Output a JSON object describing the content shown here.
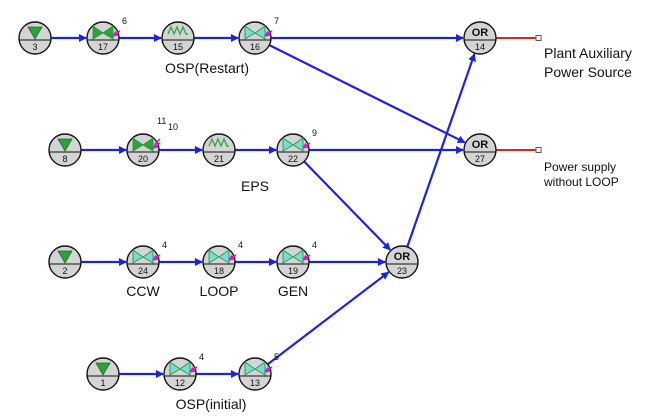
{
  "colors": {
    "node_fill": "#d4d4d4",
    "edge": "#1f23d6",
    "output_line": "#d82828",
    "source_triangle": "#2fa03a",
    "valve_tri": "#78dcd4",
    "valve_stroke": "#2a9a40",
    "spring": "#3aa84a",
    "pink_arrow": "#d020c8"
  },
  "nodes": [
    {
      "id": "3",
      "type": "source"
    },
    {
      "id": "17",
      "type": "valve_closed",
      "tag": "6"
    },
    {
      "id": "15",
      "type": "spring"
    },
    {
      "id": "16",
      "type": "valve",
      "tag": "7"
    },
    {
      "id": "14",
      "type": "or",
      "gate": "OR"
    },
    {
      "id": "8",
      "type": "source"
    },
    {
      "id": "20",
      "type": "valve_closed",
      "tag": "11",
      "tag2": "10"
    },
    {
      "id": "21",
      "type": "spring"
    },
    {
      "id": "22",
      "type": "valve",
      "tag": "9"
    },
    {
      "id": "27",
      "type": "or",
      "gate": "OR"
    },
    {
      "id": "2",
      "type": "source"
    },
    {
      "id": "24",
      "type": "valve",
      "tag": "4"
    },
    {
      "id": "18",
      "type": "valve",
      "tag": "4"
    },
    {
      "id": "19",
      "type": "valve",
      "tag": "4"
    },
    {
      "id": "23",
      "type": "or",
      "gate": "OR"
    },
    {
      "id": "1",
      "type": "source"
    },
    {
      "id": "12",
      "type": "valve",
      "tag": "4"
    },
    {
      "id": "13",
      "type": "valve",
      "tag": "5"
    }
  ],
  "edges": [
    [
      "3",
      "17"
    ],
    [
      "17",
      "15"
    ],
    [
      "15",
      "16"
    ],
    [
      "16",
      "14"
    ],
    [
      "16",
      "27"
    ],
    [
      "8",
      "20"
    ],
    [
      "20",
      "21"
    ],
    [
      "21",
      "22"
    ],
    [
      "22",
      "27"
    ],
    [
      "22",
      "23"
    ],
    [
      "2",
      "24"
    ],
    [
      "24",
      "18"
    ],
    [
      "18",
      "19"
    ],
    [
      "19",
      "23"
    ],
    [
      "1",
      "12"
    ],
    [
      "12",
      "13"
    ],
    [
      "13",
      "23"
    ],
    [
      "23",
      "14"
    ]
  ],
  "labels": {
    "osp_restart": "OSP(Restart)",
    "eps": "EPS",
    "ccw": "CCW",
    "loop": "LOOP",
    "gen": "GEN",
    "osp_initial": "OSP(initial)",
    "out14_line1": "Plant Auxiliary",
    "out14_line2": "Power Source",
    "out27_line1": "Power supply",
    "out27_line2": "without LOOP"
  }
}
